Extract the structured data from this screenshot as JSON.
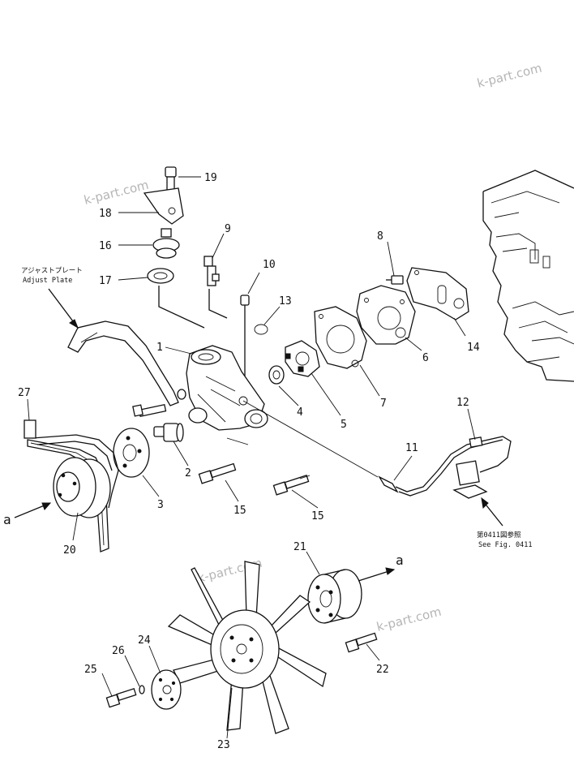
{
  "watermark": "k-part.com",
  "adjust_plate": {
    "label_jp": "アジャストプレート",
    "label_en": "Adjust  Plate"
  },
  "see_fig": {
    "line_jp": "第0411図参照",
    "line_en": "See  Fig. 0411"
  },
  "view_marker": "a",
  "callouts": {
    "p1": "1",
    "p2": "2",
    "p3": "3",
    "p4": "4",
    "p5": "5",
    "p6": "6",
    "p7": "7",
    "p8": "8",
    "p9": "9",
    "p10": "10",
    "p11": "11",
    "p12": "12",
    "p13": "13",
    "p14": "14",
    "p15a": "15",
    "p15b": "15",
    "p16": "16",
    "p17": "17",
    "p18": "18",
    "p19": "19",
    "p20": "20",
    "p21": "21",
    "p22": "22",
    "p23": "23",
    "p24": "24",
    "p25": "25",
    "p26": "26",
    "p27": "27"
  }
}
